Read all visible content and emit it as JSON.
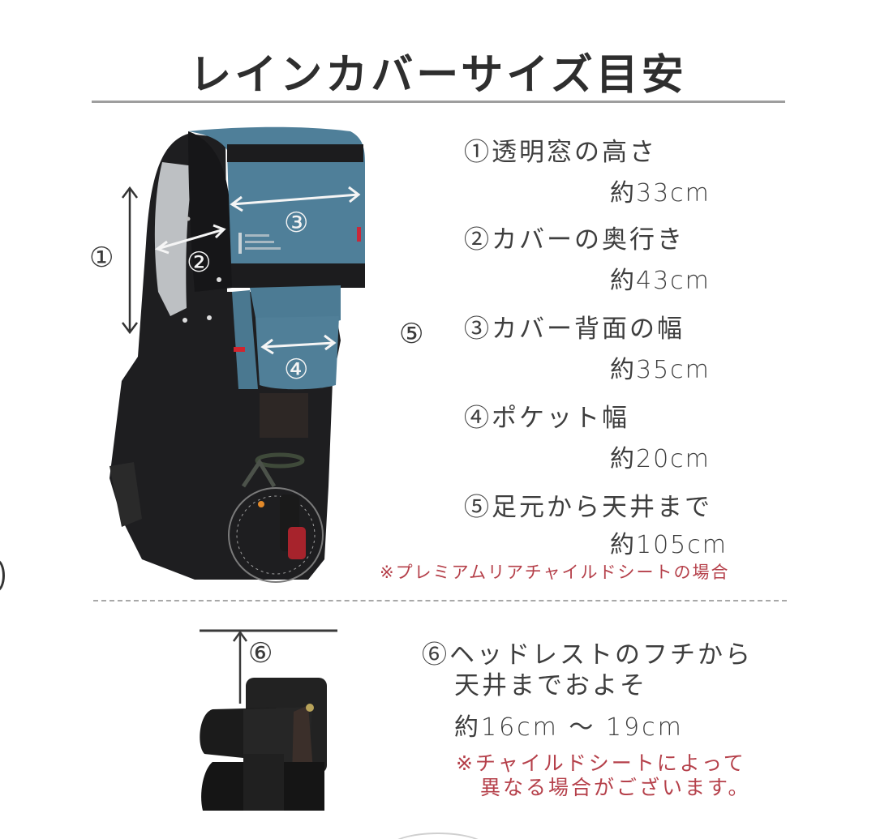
{
  "title": "レインカバーサイズ目安",
  "specs": [
    {
      "num": "①",
      "label": "透明窓の高さ",
      "value": "約33cm"
    },
    {
      "num": "②",
      "label": "カバーの奥行き",
      "value": "約43cm"
    },
    {
      "num": "③",
      "label": "カバー背面の幅",
      "value": "約35cm"
    },
    {
      "num": "④",
      "label": "ポケット幅",
      "value": "約20cm"
    },
    {
      "num": "⑤",
      "label": "足元から天井まで",
      "value": "約105cm"
    }
  ],
  "spec_note": "※プレミアムリアチャイルドシートの場合",
  "headrest": {
    "num": "⑥",
    "line1": "ヘッドレストのフチから",
    "line2": "天井までおよそ",
    "value": "約16cm ～ 19cm",
    "note_line1": "※チャイルドシートによって",
    "note_line2": "異なる場合がございます。"
  },
  "photo_labels": {
    "one": "①",
    "two": "②",
    "three": "③",
    "four": "④",
    "five": "⑤",
    "six": "⑥"
  },
  "colors": {
    "cover_blue": "#4f7f99",
    "cover_black": "#1c1c1e",
    "note_red": "#b5404a",
    "text": "#3a3a3a"
  }
}
